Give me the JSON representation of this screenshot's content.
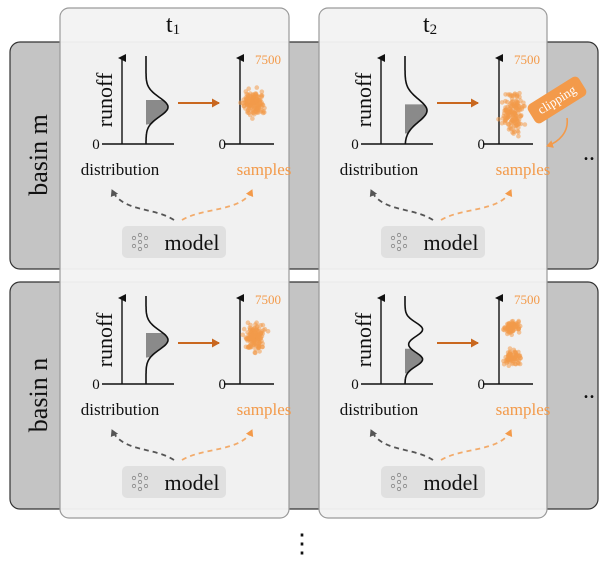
{
  "columns": [
    {
      "id": "t1",
      "label": "t",
      "subscript": "1"
    },
    {
      "id": "t2",
      "label": "t",
      "subscript": "2"
    }
  ],
  "rows": [
    {
      "id": "m",
      "label": "basin m"
    },
    {
      "id": "n",
      "label": "basin n"
    }
  ],
  "cell": {
    "y_axis_label": "runoff",
    "zero_label": "0",
    "max_label": "7500",
    "distribution_label": "distribution",
    "samples_label": "samples",
    "model_label": "model"
  },
  "callout": {
    "label": "clipping"
  },
  "ellipsis": {
    "row": "..",
    "column": "⋮"
  },
  "colors": {
    "orange": "#f39a4a",
    "orange_dark": "#c9671f",
    "row_band": "#c4c4c4",
    "column_panel": "#f2f2f2",
    "gray_fill": "#8a8a8a"
  }
}
